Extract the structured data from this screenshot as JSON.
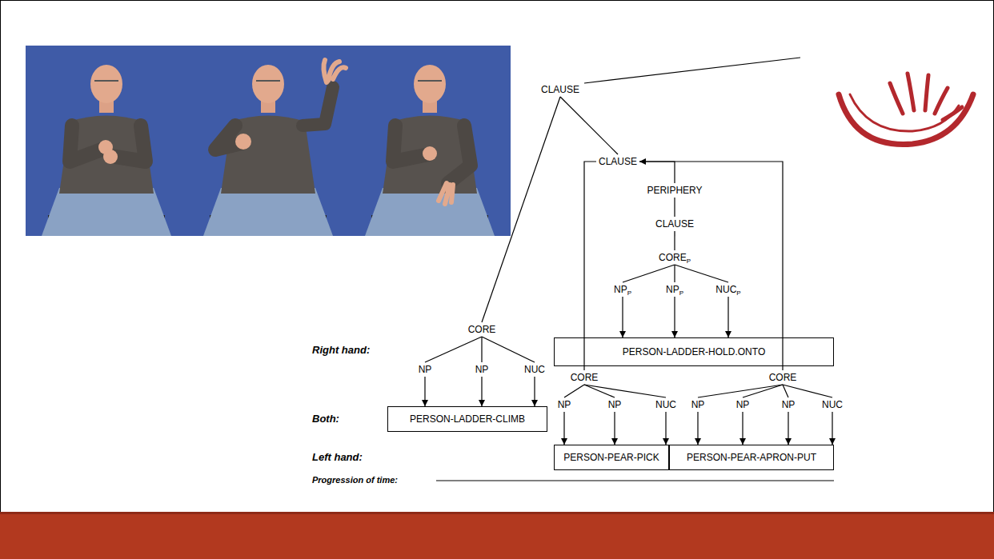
{
  "diagram": {
    "nodes": [
      {
        "text": [
          "CLAUSE"
        ]
      },
      {
        "text": [
          "CLAUSE"
        ]
      },
      {
        "text": [
          "PERIPHERY"
        ]
      },
      {
        "text": [
          "CLAUSE"
        ]
      },
      {
        "text": [
          "CORE",
          "P"
        ]
      },
      {
        "text": [
          "NP",
          "P"
        ]
      },
      {
        "text": [
          "NP",
          "P"
        ]
      },
      {
        "text": [
          "NUC",
          "P"
        ]
      },
      {
        "text": [
          "CORE"
        ]
      },
      {
        "text": [
          "CORE"
        ]
      },
      {
        "text": [
          "CORE"
        ]
      },
      {
        "text": [
          "PERSON-LADDER-HOLD.ONTO"
        ]
      },
      {
        "text": [
          "NP"
        ]
      },
      {
        "text": [
          "NP"
        ]
      },
      {
        "text": [
          "NUC"
        ]
      },
      {
        "text": [
          "NP"
        ]
      },
      {
        "text": [
          "NP"
        ]
      },
      {
        "text": [
          "NUC"
        ]
      },
      {
        "text": [
          "NP"
        ]
      },
      {
        "text": [
          "NP"
        ]
      },
      {
        "text": [
          "NP"
        ]
      },
      {
        "text": [
          "NUC"
        ]
      },
      {
        "text": [
          "PERSON-LADDER-CLIMB"
        ]
      },
      {
        "text": [
          "PERSON-PEAR-PICK"
        ]
      },
      {
        "text": [
          "PERSON-PEAR-APRON-PUT"
        ]
      }
    ],
    "edges": [
      {
        "from": 0,
        "to": 8,
        "arrow": "none"
      },
      {
        "from": 0,
        "to": 1,
        "arrow": "none"
      },
      {
        "from": 2,
        "to": 1,
        "arrow": "to"
      },
      {
        "from": 1,
        "to": 9,
        "arrow": "none"
      },
      {
        "from": 1,
        "to": 10,
        "arrow": "none"
      },
      {
        "from": 2,
        "to": 3,
        "arrow": "none"
      },
      {
        "from": 3,
        "to": 4,
        "arrow": "none"
      },
      {
        "from": 4,
        "to": 5,
        "arrow": "none"
      },
      {
        "from": 4,
        "to": 6,
        "arrow": "none"
      },
      {
        "from": 4,
        "to": 7,
        "arrow": "none"
      },
      {
        "from": 5,
        "to": 11,
        "arrow": "to"
      },
      {
        "from": 6,
        "to": 11,
        "arrow": "to"
      },
      {
        "from": 7,
        "to": 11,
        "arrow": "to"
      },
      {
        "from": 8,
        "to": 12,
        "arrow": "none"
      },
      {
        "from": 8,
        "to": 13,
        "arrow": "none"
      },
      {
        "from": 8,
        "to": 14,
        "arrow": "none"
      },
      {
        "from": 12,
        "to": 22,
        "arrow": "to"
      },
      {
        "from": 13,
        "to": 22,
        "arrow": "to"
      },
      {
        "from": 14,
        "to": 22,
        "arrow": "to"
      },
      {
        "from": 9,
        "to": 15,
        "arrow": "none"
      },
      {
        "from": 9,
        "to": 16,
        "arrow": "none"
      },
      {
        "from": 9,
        "to": 17,
        "arrow": "none"
      },
      {
        "from": 15,
        "to": 23,
        "arrow": "to"
      },
      {
        "from": 16,
        "to": 23,
        "arrow": "to"
      },
      {
        "from": 17,
        "to": 23,
        "arrow": "to"
      },
      {
        "from": 10,
        "to": 18,
        "arrow": "none"
      },
      {
        "from": 10,
        "to": 19,
        "arrow": "none"
      },
      {
        "from": 10,
        "to": 20,
        "arrow": "none"
      },
      {
        "from": 10,
        "to": 21,
        "arrow": "none"
      },
      {
        "from": 18,
        "to": 24,
        "arrow": "to"
      },
      {
        "from": 19,
        "to": 24,
        "arrow": "to"
      },
      {
        "from": 20,
        "to": 24,
        "arrow": "to"
      },
      {
        "from": 21,
        "to": 24,
        "arrow": "to"
      }
    ],
    "labels": [
      "Right hand:",
      "Both:",
      "Left hand:",
      "Progression of time:"
    ]
  }
}
